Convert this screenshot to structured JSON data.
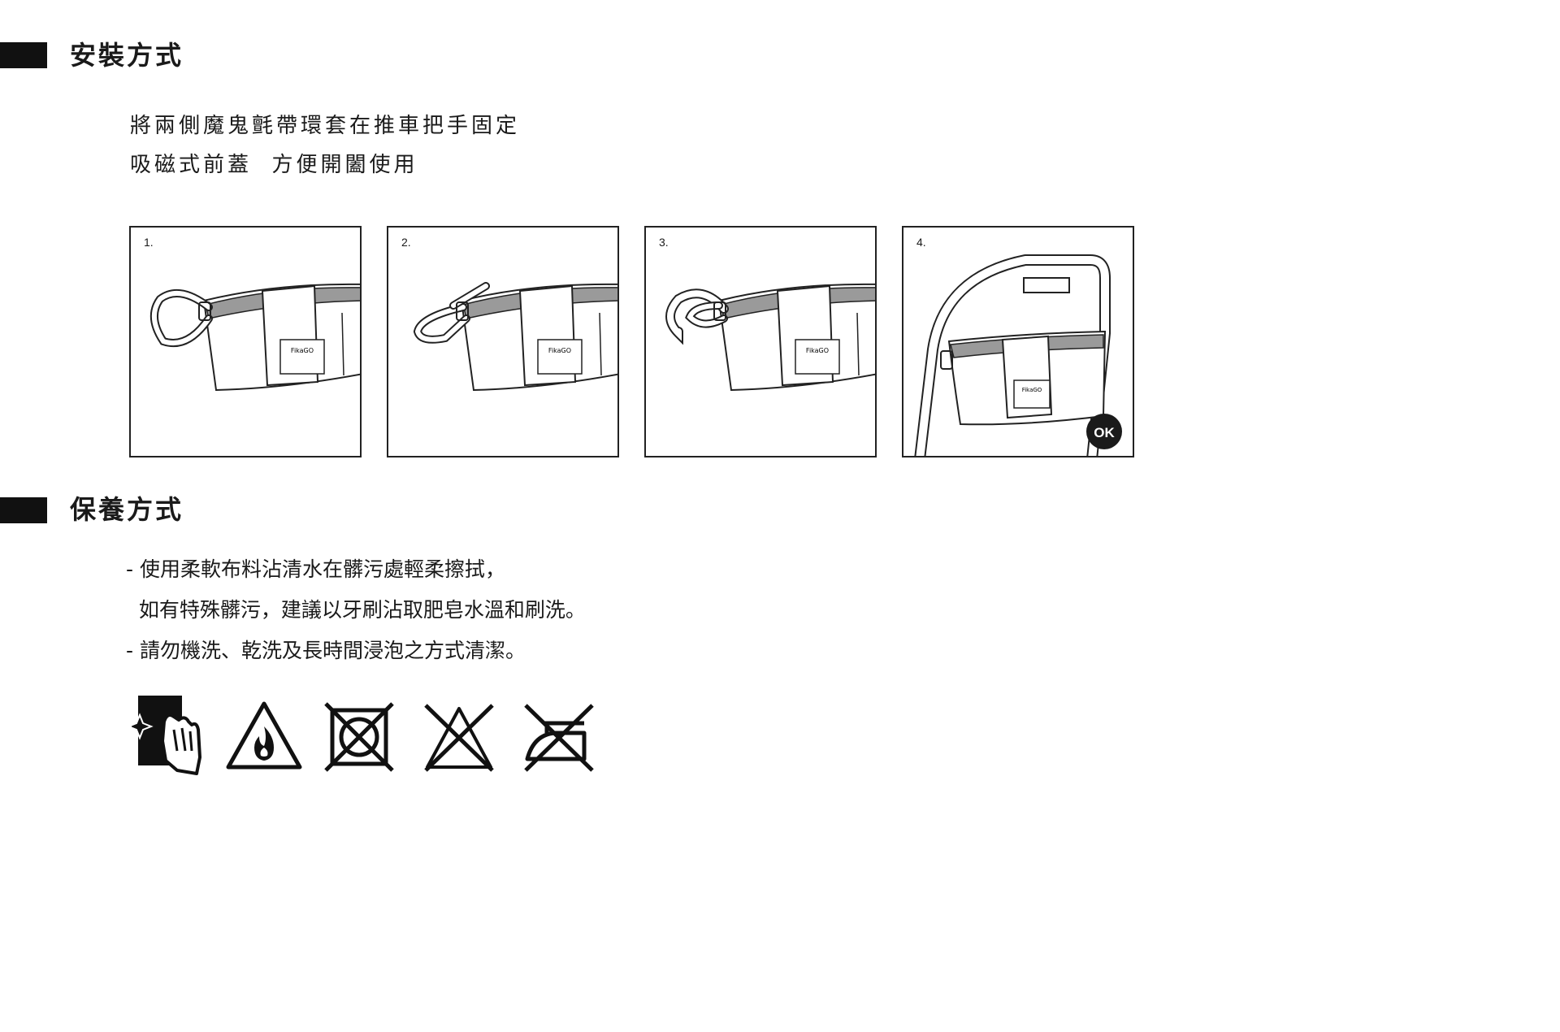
{
  "install": {
    "title": "安裝方式",
    "lines": [
      "將兩側魔鬼氈帶環套在推車把手固定",
      "吸磁式前蓋  方便開闔使用"
    ],
    "steps": [
      {
        "number": "1.",
        "label": "FikaGO"
      },
      {
        "number": "2.",
        "label": "FikaGO"
      },
      {
        "number": "3.",
        "label": "FikaGO"
      },
      {
        "number": "4.",
        "label": "FikaGO",
        "badge": "OK"
      }
    ]
  },
  "care": {
    "title": "保養方式",
    "lines": [
      "- 使用柔軟布料沾清水在髒污處輕柔擦拭，",
      "  如有特殊髒污，建議以牙刷沾取肥皂水溫和刷洗。",
      "- 請勿機洗、乾洗及長時間浸泡之方式清潔。"
    ],
    "icons": [
      "wipe-clean-icon",
      "keep-away-from-fire-icon",
      "do-not-tumble-dry-icon",
      "do-not-bleach-icon",
      "do-not-iron-icon"
    ]
  },
  "colors": {
    "ink": "#1a1a1a",
    "bag_inner": "#9a9a9a",
    "badge": "#1a1a1a"
  }
}
